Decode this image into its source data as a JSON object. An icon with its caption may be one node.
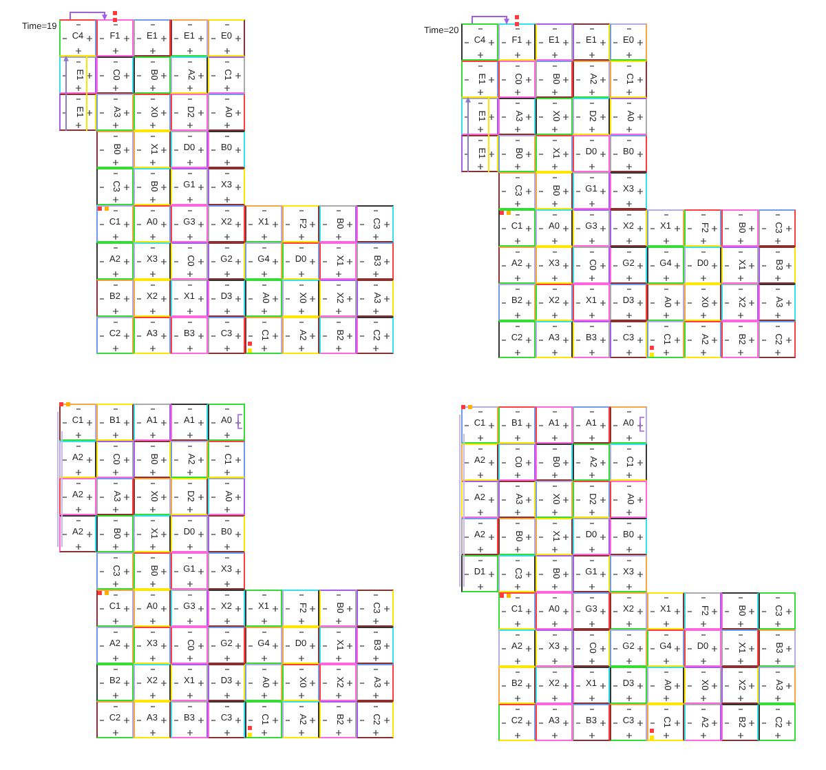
{
  "diagram": {
    "nodes": [
      {
        "text": [
          "C4"
        ]
      },
      {
        "text": [
          "F1"
        ]
      },
      {
        "text": [
          "E1"
        ]
      },
      {
        "text": [
          "E1"
        ]
      },
      {
        "text": [
          "E0"
        ]
      },
      {
        "text": [
          "E1"
        ]
      },
      {
        "text": [
          "C0"
        ]
      },
      {
        "text": [
          "B0"
        ]
      },
      {
        "text": [
          "A2"
        ]
      },
      {
        "text": [
          "C1"
        ]
      },
      {
        "text": [
          "E1"
        ]
      },
      {
        "text": [
          "A3"
        ]
      },
      {
        "text": [
          "X0"
        ]
      },
      {
        "text": [
          "D2"
        ]
      },
      {
        "text": [
          "A0"
        ]
      },
      {
        "text": [
          "B0"
        ]
      },
      {
        "text": [
          "X1"
        ]
      },
      {
        "text": [
          "D0"
        ]
      },
      {
        "text": [
          "B0"
        ]
      },
      {
        "text": [
          "C3"
        ]
      },
      {
        "text": [
          "B0"
        ]
      },
      {
        "text": [
          "G1"
        ]
      },
      {
        "text": [
          "X3"
        ]
      },
      {
        "text": [
          "C1"
        ]
      },
      {
        "text": [
          "A0"
        ]
      },
      {
        "text": [
          "G3"
        ]
      },
      {
        "text": [
          "X2"
        ]
      },
      {
        "text": [
          "X1"
        ]
      },
      {
        "text": [
          "F2"
        ]
      },
      {
        "text": [
          "B0"
        ]
      },
      {
        "text": [
          "C3"
        ]
      },
      {
        "text": [
          "A2"
        ]
      },
      {
        "text": [
          "X3"
        ]
      },
      {
        "text": [
          "C0"
        ]
      },
      {
        "text": [
          "G2"
        ]
      },
      {
        "text": [
          "G4"
        ]
      },
      {
        "text": [
          "D0"
        ]
      },
      {
        "text": [
          "X1"
        ]
      },
      {
        "text": [
          "B3"
        ]
      },
      {
        "text": [
          "B2"
        ]
      },
      {
        "text": [
          "X2"
        ]
      },
      {
        "text": [
          "X1"
        ]
      },
      {
        "text": [
          "D3"
        ]
      },
      {
        "text": [
          "A0"
        ]
      },
      {
        "text": [
          "X0"
        ]
      },
      {
        "text": [
          "X2"
        ]
      },
      {
        "text": [
          "A3"
        ]
      },
      {
        "text": [
          "C2"
        ]
      },
      {
        "text": [
          "A3"
        ]
      },
      {
        "text": [
          "B3"
        ]
      },
      {
        "text": [
          "C3"
        ]
      },
      {
        "text": [
          "C1"
        ]
      },
      {
        "text": [
          "A2"
        ]
      },
      {
        "text": [
          "B2"
        ]
      },
      {
        "text": [
          "C2"
        ]
      },
      {
        "text": [
          "C4"
        ]
      },
      {
        "text": [
          "F1"
        ]
      },
      {
        "text": [
          "E1"
        ]
      },
      {
        "text": [
          "E1"
        ]
      },
      {
        "text": [
          "E0"
        ]
      },
      {
        "text": [
          "E1"
        ]
      },
      {
        "text": [
          "C0"
        ]
      },
      {
        "text": [
          "B0"
        ]
      },
      {
        "text": [
          "A2"
        ]
      },
      {
        "text": [
          "C1"
        ]
      },
      {
        "text": [
          "E1"
        ]
      },
      {
        "text": [
          "A3"
        ]
      },
      {
        "text": [
          "X0"
        ]
      },
      {
        "text": [
          "D2"
        ]
      },
      {
        "text": [
          "A0"
        ]
      },
      {
        "text": [
          "E1"
        ]
      },
      {
        "text": [
          "B0"
        ]
      },
      {
        "text": [
          "X1"
        ]
      },
      {
        "text": [
          "D0"
        ]
      },
      {
        "text": [
          "B0"
        ]
      },
      {
        "text": [
          "C3"
        ]
      },
      {
        "text": [
          "B0"
        ]
      },
      {
        "text": [
          "G1"
        ]
      },
      {
        "text": [
          "X3"
        ]
      },
      {
        "text": [
          "C1"
        ]
      },
      {
        "text": [
          "A0"
        ]
      },
      {
        "text": [
          "G3"
        ]
      },
      {
        "text": [
          "X2"
        ]
      },
      {
        "text": [
          "X1"
        ]
      },
      {
        "text": [
          "F2"
        ]
      },
      {
        "text": [
          "B0"
        ]
      },
      {
        "text": [
          "C3"
        ]
      },
      {
        "text": [
          "A2"
        ]
      },
      {
        "text": [
          "X3"
        ]
      },
      {
        "text": [
          "C0"
        ]
      },
      {
        "text": [
          "G2"
        ]
      },
      {
        "text": [
          "G4"
        ]
      },
      {
        "text": [
          "D0"
        ]
      },
      {
        "text": [
          "X1"
        ]
      },
      {
        "text": [
          "B3"
        ]
      },
      {
        "text": [
          "B2"
        ]
      },
      {
        "text": [
          "X2"
        ]
      },
      {
        "text": [
          "X1"
        ]
      },
      {
        "text": [
          "D3"
        ]
      },
      {
        "text": [
          "A0"
        ]
      },
      {
        "text": [
          "X0"
        ]
      },
      {
        "text": [
          "X2"
        ]
      },
      {
        "text": [
          "A3"
        ]
      },
      {
        "text": [
          "C2"
        ]
      },
      {
        "text": [
          "A3"
        ]
      },
      {
        "text": [
          "B3"
        ]
      },
      {
        "text": [
          "C3"
        ]
      },
      {
        "text": [
          "C1"
        ]
      },
      {
        "text": [
          "A2"
        ]
      },
      {
        "text": [
          "B2"
        ]
      },
      {
        "text": [
          "C2"
        ]
      },
      {
        "text": [
          "C1"
        ]
      },
      {
        "text": [
          "B1"
        ]
      },
      {
        "text": [
          "A1"
        ]
      },
      {
        "text": [
          "A1"
        ]
      },
      {
        "text": [
          "A0"
        ]
      },
      {
        "text": [
          "A2"
        ]
      },
      {
        "text": [
          "C0"
        ]
      },
      {
        "text": [
          "B0"
        ]
      },
      {
        "text": [
          "A2"
        ]
      },
      {
        "text": [
          "C1"
        ]
      },
      {
        "text": [
          "A2"
        ]
      },
      {
        "text": [
          "A3"
        ]
      },
      {
        "text": [
          "X0"
        ]
      },
      {
        "text": [
          "D2"
        ]
      },
      {
        "text": [
          "A0"
        ]
      },
      {
        "text": [
          "A2"
        ]
      },
      {
        "text": [
          "B0"
        ]
      },
      {
        "text": [
          "X1"
        ]
      },
      {
        "text": [
          "D0"
        ]
      },
      {
        "text": [
          "B0"
        ]
      },
      {
        "text": [
          "C3"
        ]
      },
      {
        "text": [
          "B0"
        ]
      },
      {
        "text": [
          "G1"
        ]
      },
      {
        "text": [
          "X3"
        ]
      },
      {
        "text": [
          "C1"
        ]
      },
      {
        "text": [
          "A0"
        ]
      },
      {
        "text": [
          "G3"
        ]
      },
      {
        "text": [
          "X2"
        ]
      },
      {
        "text": [
          "X1"
        ]
      },
      {
        "text": [
          "F2"
        ]
      },
      {
        "text": [
          "B0"
        ]
      },
      {
        "text": [
          "C3"
        ]
      },
      {
        "text": [
          "A2"
        ]
      },
      {
        "text": [
          "X3"
        ]
      },
      {
        "text": [
          "C0"
        ]
      },
      {
        "text": [
          "G2"
        ]
      },
      {
        "text": [
          "G4"
        ]
      },
      {
        "text": [
          "D0"
        ]
      },
      {
        "text": [
          "X1"
        ]
      },
      {
        "text": [
          "B3"
        ]
      },
      {
        "text": [
          "B2"
        ]
      },
      {
        "text": [
          "X2"
        ]
      },
      {
        "text": [
          "X1"
        ]
      },
      {
        "text": [
          "D3"
        ]
      },
      {
        "text": [
          "A0"
        ]
      },
      {
        "text": [
          "X0"
        ]
      },
      {
        "text": [
          "X2"
        ]
      },
      {
        "text": [
          "A3"
        ]
      },
      {
        "text": [
          "C2"
        ]
      },
      {
        "text": [
          "A3"
        ]
      },
      {
        "text": [
          "B3"
        ]
      },
      {
        "text": [
          "C3"
        ]
      },
      {
        "text": [
          "C1"
        ]
      },
      {
        "text": [
          "A2"
        ]
      },
      {
        "text": [
          "B2"
        ]
      },
      {
        "text": [
          "C2"
        ]
      },
      {
        "text": [
          "C1"
        ]
      },
      {
        "text": [
          "B1"
        ]
      },
      {
        "text": [
          "A1"
        ]
      },
      {
        "text": [
          "A1"
        ]
      },
      {
        "text": [
          "A0"
        ]
      },
      {
        "text": [
          "A2"
        ]
      },
      {
        "text": [
          "C0"
        ]
      },
      {
        "text": [
          "B0"
        ]
      },
      {
        "text": [
          "A2"
        ]
      },
      {
        "text": [
          "C1"
        ]
      },
      {
        "text": [
          "A2"
        ]
      },
      {
        "text": [
          "A3"
        ]
      },
      {
        "text": [
          "X0"
        ]
      },
      {
        "text": [
          "D2"
        ]
      },
      {
        "text": [
          "A0"
        ]
      },
      {
        "text": [
          "A2"
        ]
      },
      {
        "text": [
          "B0"
        ]
      },
      {
        "text": [
          "X1"
        ]
      },
      {
        "text": [
          "D0"
        ]
      },
      {
        "text": [
          "B0"
        ]
      },
      {
        "text": [
          "D1"
        ]
      },
      {
        "text": [
          "C3"
        ]
      },
      {
        "text": [
          "B0"
        ]
      },
      {
        "text": [
          "G1"
        ]
      },
      {
        "text": [
          "X3"
        ]
      },
      {
        "text": [
          "C1"
        ]
      },
      {
        "text": [
          "A0"
        ]
      },
      {
        "text": [
          "G3"
        ]
      },
      {
        "text": [
          "X2"
        ]
      },
      {
        "text": [
          "X1"
        ]
      },
      {
        "text": [
          "F2"
        ]
      },
      {
        "text": [
          "B0"
        ]
      },
      {
        "text": [
          "C3"
        ]
      },
      {
        "text": [
          "A2"
        ]
      },
      {
        "text": [
          "X3"
        ]
      },
      {
        "text": [
          "C0"
        ]
      },
      {
        "text": [
          "G2"
        ]
      },
      {
        "text": [
          "G4"
        ]
      },
      {
        "text": [
          "D0"
        ]
      },
      {
        "text": [
          "X1"
        ]
      },
      {
        "text": [
          "B3"
        ]
      },
      {
        "text": [
          "B2"
        ]
      },
      {
        "text": [
          "X2"
        ]
      },
      {
        "text": [
          "X1"
        ]
      },
      {
        "text": [
          "D3"
        ]
      },
      {
        "text": [
          "A0"
        ]
      },
      {
        "text": [
          "X0"
        ]
      },
      {
        "text": [
          "X2"
        ]
      },
      {
        "text": [
          "A3"
        ]
      },
      {
        "text": [
          "C2"
        ]
      },
      {
        "text": [
          "A3"
        ]
      },
      {
        "text": [
          "B3"
        ]
      },
      {
        "text": [
          "C3"
        ]
      },
      {
        "text": [
          "C1"
        ]
      },
      {
        "text": [
          "A2"
        ]
      },
      {
        "text": [
          "B2"
        ]
      },
      {
        "text": [
          "C2"
        ]
      }
    ],
    "edges": [
      {
        "from": 0,
        "to": 1,
        "arrow": "to",
        "color": "#a45cf0"
      },
      {
        "from": 10,
        "to": 5,
        "arrow": "to",
        "color": "#8a7ad0"
      },
      {
        "from": 10,
        "to": 5,
        "arrow": "none",
        "color": "#ffe600"
      },
      {
        "from": 55,
        "to": 56,
        "arrow": "to",
        "color": "#a45cf0"
      },
      {
        "from": 70,
        "to": 65,
        "arrow": "to",
        "color": "#8a7ad0"
      },
      {
        "from": 70,
        "to": 65,
        "arrow": "none",
        "color": "#ffe600"
      }
    ],
    "labels": [
      "Time=19",
      "Time=20"
    ]
  }
}
